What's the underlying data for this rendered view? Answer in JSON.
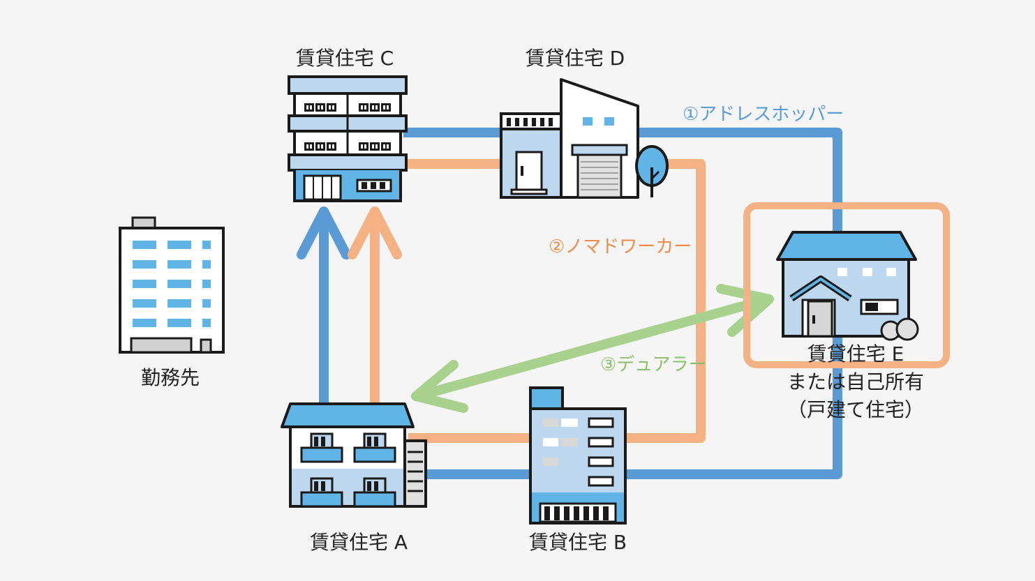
{
  "colors": {
    "address_hopper": "#5b9bd5",
    "nomad_worker": "#f4b183",
    "dualer": "#a9d18e",
    "outline": "#1a1a1a",
    "light_blue": "#bdd7ee",
    "mid_blue": "#60b4e6",
    "background": "#f5f5f5"
  },
  "routes": {
    "address_hopper": "①アドレスホッパー",
    "nomad_worker": "②ノマドワーカー",
    "dualer": "③デュアラー"
  },
  "buildings": {
    "workplace": "勤務先",
    "rental_a": "賃貸住宅 A",
    "rental_b": "賃貸住宅 B",
    "rental_c": "賃貸住宅 C",
    "rental_d": "賃貸住宅 D",
    "rental_e": "賃貸住宅 E",
    "rental_e_line2": "または自己所有",
    "rental_e_line3": "（戸建て住宅）"
  },
  "icons": {
    "workplace": "office-tower-icon",
    "rental_a": "apartment-icon",
    "rental_b": "mansion-icon",
    "rental_c": "tall-apartment-icon",
    "rental_d": "modern-house-icon",
    "rental_e": "detached-house-icon"
  }
}
